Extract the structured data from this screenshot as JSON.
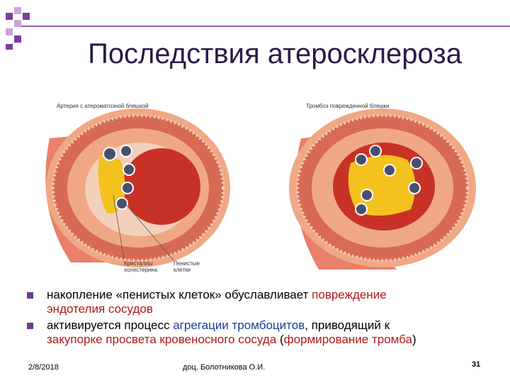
{
  "slide": {
    "title": "Последствия атеросклероза",
    "accent_color": "#9b59b6"
  },
  "figure": {
    "left_caption": "Артерия с атероматозной бляшкой",
    "right_caption": "Тромбоз поврежденной бляшки",
    "label_crystals": "Кристаллы холестерина",
    "label_crystals_l1": "Кристаллы",
    "label_crystals_l2": "холестерина",
    "label_foam_l1": "Пенистые",
    "label_foam_l2": "клетки"
  },
  "bullets": [
    {
      "p1": "накопление «пенистых клеток» обуславливает ",
      "p2": "повреждение",
      "p3": "эндотелия сосудов"
    },
    {
      "p1": "активируется процесс ",
      "p2": "агрегации тромбоцитов",
      "p3": ", приводящий к",
      "p4": "закупорке просвета кровеносного сосуда",
      "p5": " (",
      "p6": "формирование тромба",
      "p7": ")"
    }
  ],
  "footer": {
    "date": "2/8/2018",
    "author": "доц. Болотникова О.И.",
    "page": "31"
  }
}
